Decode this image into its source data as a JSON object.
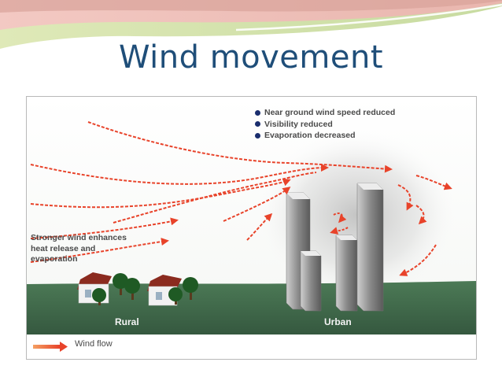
{
  "slide": {
    "title": "Wind movement"
  },
  "diagram": {
    "bullets": [
      "Near ground wind speed reduced",
      "Visibility reduced",
      "Evaporation decreased"
    ],
    "note_lines": [
      "Stronger wind enhances",
      "heat release and",
      "evaporation"
    ],
    "labels": {
      "rural": "Rural",
      "urban": "Urban"
    },
    "legend": {
      "label": "Wind flow"
    }
  },
  "colors": {
    "title": "#1f4e79",
    "arrow": "#e8432a",
    "ground": "#3e6b4a",
    "bullet": "#1a2e6e"
  }
}
